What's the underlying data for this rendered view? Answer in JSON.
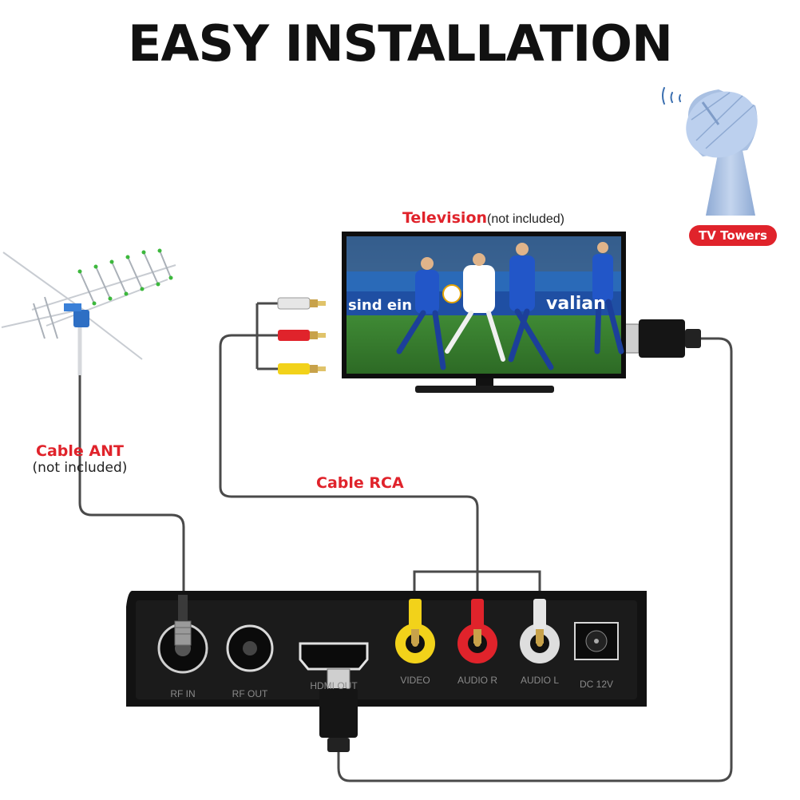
{
  "title": "EASY INSTALLATION",
  "television": {
    "label": "Television",
    "note": "(not included)"
  },
  "tv_towers": {
    "label": "TV Towers"
  },
  "cable_ant": {
    "label": "Cable ANT",
    "note": "(not included)"
  },
  "cable_rca": {
    "label": "Cable RCA"
  },
  "tv_screen_ads": {
    "left": "sind ein",
    "right": "valian"
  },
  "ports": {
    "rf_in": "RF IN",
    "rf_out": "RF OUT",
    "hdmi": "HDMI OUT",
    "video": "VIDEO",
    "audio_r": "AUDIO R",
    "audio_l": "AUDIO L",
    "dc": "DC 12V"
  },
  "colors": {
    "accent_red": "#e0232b",
    "rca_white": "#e6e6e6",
    "rca_red": "#e0232b",
    "rca_yellow": "#f2d21a",
    "cable": "#4a4a4a",
    "device": "#111111",
    "tower": "#a9c0e2"
  }
}
